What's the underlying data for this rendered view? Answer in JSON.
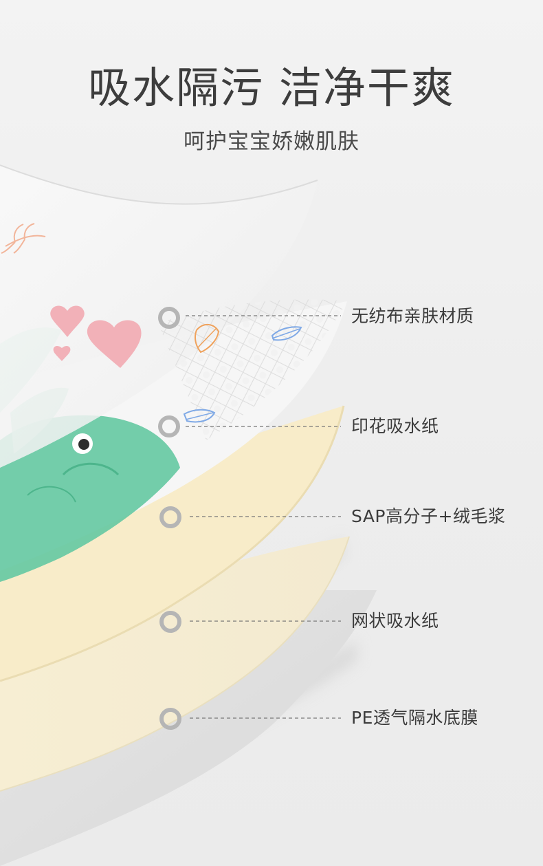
{
  "header": {
    "title": "吸水隔污 洁净干爽",
    "subtitle": "呵护宝宝娇嫩肌肤"
  },
  "layers": [
    {
      "label": "无纺布亲肤材质"
    },
    {
      "label": "印花吸水纸"
    },
    {
      "label": "SAP高分子+绒毛浆"
    },
    {
      "label": "网状吸水纸"
    },
    {
      "label": "PE透气隔水底膜"
    }
  ],
  "colors": {
    "background": "#efefef",
    "sap_layer": "#f8ecc9",
    "print_green": "#5fc7a0",
    "heart_pink": "#f2b1b8",
    "marker_gray": "#b5b5b5"
  }
}
